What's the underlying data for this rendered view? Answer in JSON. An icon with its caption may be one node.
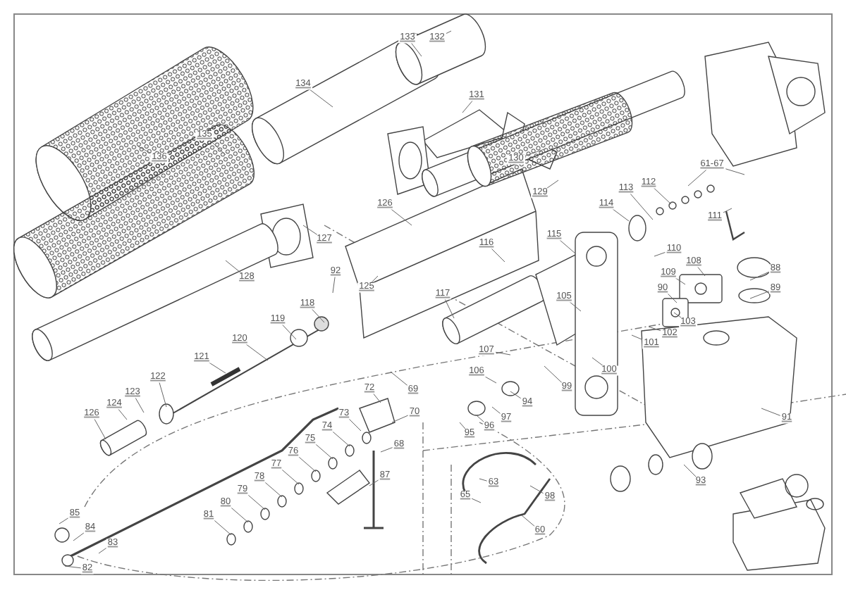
{
  "diagram": {
    "nodes": [
      {
        "text": [
          "133"
        ]
      },
      {
        "text": [
          "132"
        ]
      },
      {
        "text": [
          "134"
        ]
      },
      {
        "text": [
          "131"
        ]
      },
      {
        "text": [
          "136"
        ]
      },
      {
        "text": [
          "135"
        ]
      },
      {
        "text": [
          "130"
        ]
      },
      {
        "text": [
          "129"
        ]
      },
      {
        "text": [
          "61-67"
        ]
      },
      {
        "text": [
          "112"
        ]
      },
      {
        "text": [
          "113"
        ]
      },
      {
        "text": [
          "114"
        ]
      },
      {
        "text": [
          "111"
        ]
      },
      {
        "text": [
          "126"
        ]
      },
      {
        "text": [
          "127"
        ]
      },
      {
        "text": [
          "128"
        ]
      },
      {
        "text": [
          "92"
        ]
      },
      {
        "text": [
          "125"
        ]
      },
      {
        "text": [
          "118"
        ]
      },
      {
        "text": [
          "119"
        ]
      },
      {
        "text": [
          "120"
        ]
      },
      {
        "text": [
          "121"
        ]
      },
      {
        "text": [
          "122"
        ]
      },
      {
        "text": [
          "123"
        ]
      },
      {
        "text": [
          "124"
        ]
      },
      {
        "text": [
          "126"
        ]
      },
      {
        "text": [
          "116"
        ]
      },
      {
        "text": [
          "115"
        ]
      },
      {
        "text": [
          "110"
        ]
      },
      {
        "text": [
          "109"
        ]
      },
      {
        "text": [
          "108"
        ]
      },
      {
        "text": [
          "88"
        ]
      },
      {
        "text": [
          "90"
        ]
      },
      {
        "text": [
          "89"
        ]
      },
      {
        "text": [
          "105"
        ]
      },
      {
        "text": [
          "117"
        ]
      },
      {
        "text": [
          "103"
        ]
      },
      {
        "text": [
          "102"
        ]
      },
      {
        "text": [
          "101"
        ]
      },
      {
        "text": [
          "107"
        ]
      },
      {
        "text": [
          "106"
        ]
      },
      {
        "text": [
          "100"
        ]
      },
      {
        "text": [
          "99"
        ]
      },
      {
        "text": [
          "69"
        ]
      },
      {
        "text": [
          "70"
        ]
      },
      {
        "text": [
          "72"
        ]
      },
      {
        "text": [
          "73"
        ]
      },
      {
        "text": [
          "74"
        ]
      },
      {
        "text": [
          "75"
        ]
      },
      {
        "text": [
          "76"
        ]
      },
      {
        "text": [
          "77"
        ]
      },
      {
        "text": [
          "78"
        ]
      },
      {
        "text": [
          "79"
        ]
      },
      {
        "text": [
          "80"
        ]
      },
      {
        "text": [
          "81"
        ]
      },
      {
        "text": [
          "68"
        ]
      },
      {
        "text": [
          "87"
        ]
      },
      {
        "text": [
          "85"
        ]
      },
      {
        "text": [
          "84"
        ]
      },
      {
        "text": [
          "83"
        ]
      },
      {
        "text": [
          "82"
        ]
      },
      {
        "text": [
          "94"
        ]
      },
      {
        "text": [
          "97"
        ]
      },
      {
        "text": [
          "96"
        ]
      },
      {
        "text": [
          "95"
        ]
      },
      {
        "text": [
          "91"
        ]
      },
      {
        "text": [
          "93"
        ]
      },
      {
        "text": [
          "63"
        ]
      },
      {
        "text": [
          "65"
        ]
      },
      {
        "text": [
          "98"
        ]
      },
      {
        "text": [
          "60"
        ]
      }
    ],
    "edges": [
      {
        "from": 0,
        "to": null,
        "arrow": "none"
      },
      {
        "from": 1,
        "to": null,
        "arrow": "none"
      },
      {
        "from": 2,
        "to": null,
        "arrow": "none"
      },
      {
        "from": 3,
        "to": null,
        "arrow": "none"
      },
      {
        "from": 4,
        "to": null,
        "arrow": "none"
      },
      {
        "from": 5,
        "to": null,
        "arrow": "none"
      },
      {
        "from": 6,
        "to": null,
        "arrow": "none"
      },
      {
        "from": 7,
        "to": null,
        "arrow": "none"
      },
      {
        "from": 8,
        "to": null,
        "arrow": "none"
      },
      {
        "from": 8,
        "to": null,
        "arrow": "none"
      },
      {
        "from": 9,
        "to": null,
        "arrow": "none"
      },
      {
        "from": 10,
        "to": null,
        "arrow": "none"
      },
      {
        "from": 11,
        "to": null,
        "arrow": "none"
      },
      {
        "from": 12,
        "to": null,
        "arrow": "none"
      },
      {
        "from": 13,
        "to": null,
        "arrow": "none"
      },
      {
        "from": 14,
        "to": null,
        "arrow": "none"
      },
      {
        "from": 15,
        "to": null,
        "arrow": "none"
      },
      {
        "from": 16,
        "to": null,
        "arrow": "none"
      },
      {
        "from": 17,
        "to": null,
        "arrow": "none"
      },
      {
        "from": 18,
        "to": null,
        "arrow": "none"
      },
      {
        "from": 19,
        "to": null,
        "arrow": "none"
      },
      {
        "from": 20,
        "to": null,
        "arrow": "none"
      },
      {
        "from": 21,
        "to": null,
        "arrow": "none"
      },
      {
        "from": 22,
        "to": null,
        "arrow": "none"
      },
      {
        "from": 23,
        "to": null,
        "arrow": "none"
      },
      {
        "from": 24,
        "to": null,
        "arrow": "none"
      },
      {
        "from": 25,
        "to": null,
        "arrow": "none"
      },
      {
        "from": 26,
        "to": null,
        "arrow": "none"
      },
      {
        "from": 27,
        "to": null,
        "arrow": "none"
      },
      {
        "from": 28,
        "to": null,
        "arrow": "none"
      },
      {
        "from": 29,
        "to": null,
        "arrow": "none"
      },
      {
        "from": 30,
        "to": null,
        "arrow": "none"
      },
      {
        "from": 31,
        "to": null,
        "arrow": "none"
      },
      {
        "from": 32,
        "to": null,
        "arrow": "none"
      },
      {
        "from": 33,
        "to": null,
        "arrow": "none"
      },
      {
        "from": 34,
        "to": null,
        "arrow": "none"
      },
      {
        "from": 35,
        "to": null,
        "arrow": "none"
      },
      {
        "from": 36,
        "to": null,
        "arrow": "none"
      },
      {
        "from": 37,
        "to": null,
        "arrow": "none"
      },
      {
        "from": 38,
        "to": null,
        "arrow": "none"
      },
      {
        "from": 39,
        "to": null,
        "arrow": "none"
      },
      {
        "from": 40,
        "to": null,
        "arrow": "none"
      },
      {
        "from": 41,
        "to": null,
        "arrow": "none"
      },
      {
        "from": 42,
        "to": null,
        "arrow": "none"
      },
      {
        "from": 43,
        "to": null,
        "arrow": "none"
      },
      {
        "from": 44,
        "to": null,
        "arrow": "none"
      },
      {
        "from": 45,
        "to": null,
        "arrow": "none"
      },
      {
        "from": 46,
        "to": null,
        "arrow": "none"
      },
      {
        "from": 47,
        "to": null,
        "arrow": "none"
      },
      {
        "from": 48,
        "to": null,
        "arrow": "none"
      },
      {
        "from": 49,
        "to": null,
        "arrow": "none"
      },
      {
        "from": 50,
        "to": null,
        "arrow": "none"
      },
      {
        "from": 51,
        "to": null,
        "arrow": "none"
      },
      {
        "from": 52,
        "to": null,
        "arrow": "none"
      },
      {
        "from": 53,
        "to": null,
        "arrow": "none"
      },
      {
        "from": 54,
        "to": null,
        "arrow": "none"
      },
      {
        "from": 55,
        "to": null,
        "arrow": "none"
      },
      {
        "from": 56,
        "to": null,
        "arrow": "none"
      },
      {
        "from": 57,
        "to": null,
        "arrow": "none"
      },
      {
        "from": 58,
        "to": null,
        "arrow": "none"
      },
      {
        "from": 59,
        "to": null,
        "arrow": "none"
      },
      {
        "from": 60,
        "to": null,
        "arrow": "none"
      },
      {
        "from": 61,
        "to": null,
        "arrow": "none"
      },
      {
        "from": 62,
        "to": null,
        "arrow": "none"
      },
      {
        "from": 63,
        "to": null,
        "arrow": "none"
      },
      {
        "from": 64,
        "to": null,
        "arrow": "none"
      },
      {
        "from": 65,
        "to": null,
        "arrow": "none"
      },
      {
        "from": 66,
        "to": null,
        "arrow": "none"
      },
      {
        "from": 67,
        "to": null,
        "arrow": "none"
      },
      {
        "from": 68,
        "to": null,
        "arrow": "none"
      },
      {
        "from": 69,
        "to": null,
        "arrow": "none"
      },
      {
        "from": 70,
        "to": null,
        "arrow": "none"
      }
    ]
  }
}
